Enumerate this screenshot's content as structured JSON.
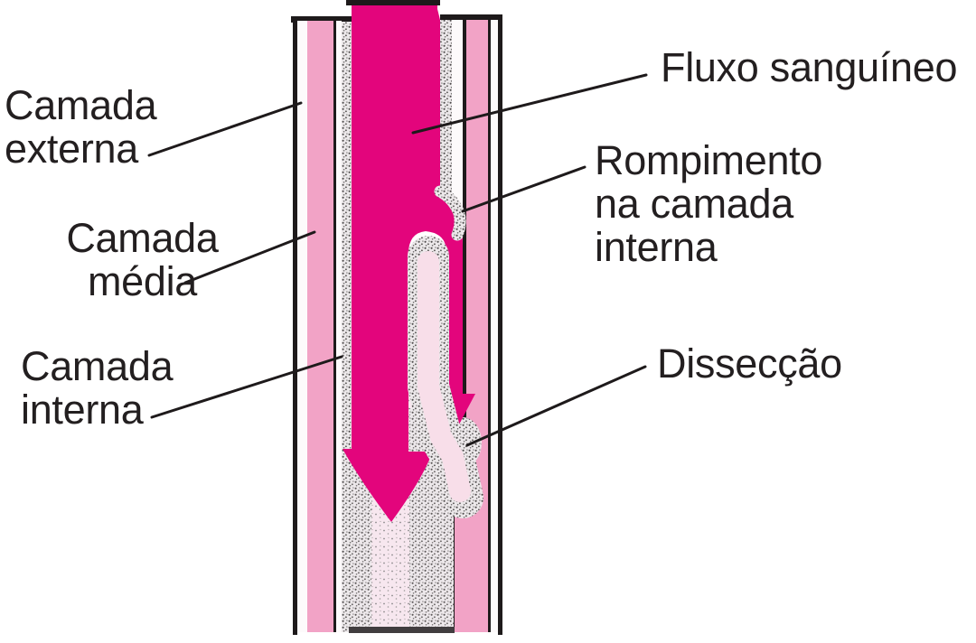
{
  "labels": {
    "camada_externa": {
      "lines": [
        "Camada",
        "externa"
      ]
    },
    "camada_media": {
      "lines": [
        "Camada",
        "média"
      ]
    },
    "camada_interna": {
      "lines": [
        "Camada",
        "interna"
      ]
    },
    "fluxo_sanguineo": {
      "lines": [
        "Fluxo sanguíneo"
      ]
    },
    "rompimento": {
      "lines": [
        "Rompimento",
        "na camada",
        "interna"
      ]
    },
    "disseccao": {
      "lines": [
        "Dissecção"
      ]
    }
  },
  "colors": {
    "blood_magenta": "#E3057C",
    "media_pink": "#F2A3C6",
    "pale_pink": "#F8DEE9",
    "outline_black": "#1E1A1B",
    "text_black": "#231F20"
  }
}
